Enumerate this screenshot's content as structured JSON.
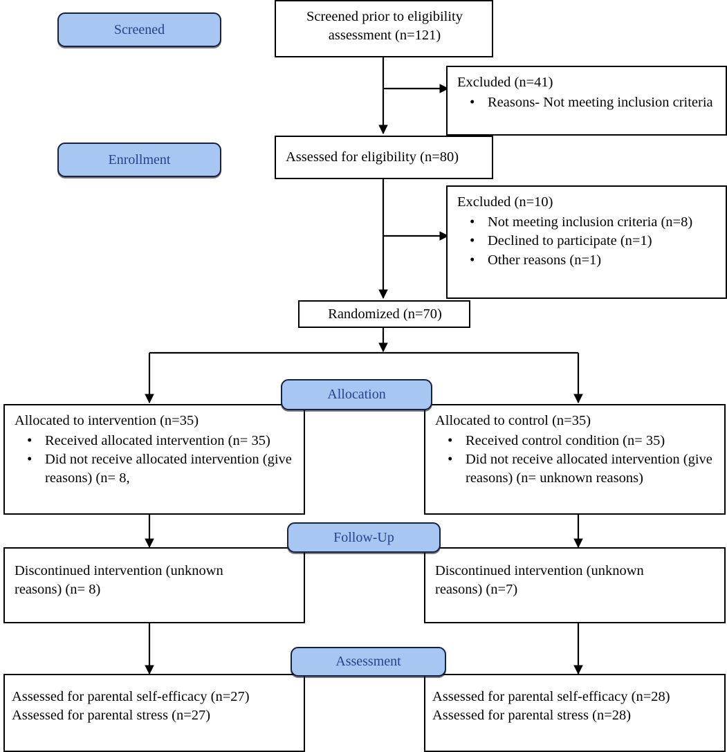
{
  "diagram": {
    "title": "CONSORT participant flow diagram",
    "colors": {
      "badge_fill": "#a8c6f2",
      "badge_border": "#16213e",
      "badge_text": "#27408f",
      "box_border": "#000000",
      "box_fill": "#ffffff",
      "arrow": "#000000"
    }
  },
  "stage_badges": [
    {
      "key": "screened",
      "label": "Screened"
    },
    {
      "key": "enrollment",
      "label": "Enrollment"
    },
    {
      "key": "allocation",
      "label": "Allocation"
    },
    {
      "key": "followup",
      "label": "Follow-Up"
    },
    {
      "key": "assessment",
      "label": "Assessment"
    }
  ],
  "boxes": {
    "screened": {
      "line1": "Screened prior to eligibility",
      "line2": "assessment (n=121)"
    },
    "excluded_1": {
      "heading": "Excluded  (n=41)",
      "bullets": [
        "Reasons- Not meeting inclusion criteria"
      ]
    },
    "eligibility": {
      "text": "Assessed for eligibility (n=80)"
    },
    "excluded_2": {
      "heading": "Excluded  (n=10)",
      "bullets": [
        "Not meeting inclusion criteria (n=8)",
        "Declined to participate (n=1)",
        "Other reasons (n=1)"
      ]
    },
    "randomized": {
      "text": "Randomized (n=70)"
    },
    "alloc_intervention": {
      "heading": "Allocated to intervention (n=35)",
      "bullets": [
        "Received allocated intervention (n= 35)",
        "Did not receive allocated intervention (give reasons) (n= 8,"
      ]
    },
    "alloc_control": {
      "heading": "Allocated to control (n=35)",
      "bullets": [
        "Received control condition (n= 35)",
        "Did not receive allocated intervention (give reasons) (n= unknown reasons)"
      ]
    },
    "followup_intervention": {
      "line1": "Discontinued intervention (unknown",
      "line2": "reasons) (n= 8)"
    },
    "followup_control": {
      "line1": "Discontinued intervention (unknown",
      "line2": "reasons) (n=7)"
    },
    "assessment_intervention": {
      "line1": "Assessed for parental self-efficacy (n=27)",
      "line2": "Assessed for parental stress (n=27)"
    },
    "assessment_control": {
      "line1": "Assessed for parental self-efficacy (n=28)",
      "line2": "Assessed for parental stress (n=28)"
    }
  },
  "chart_data": {
    "type": "diagram",
    "title": "CONSORT flow of participants",
    "nodes": [
      {
        "id": "screened",
        "label": "Screened prior to eligibility assessment (n=121)",
        "n": 121
      },
      {
        "id": "excluded_1",
        "label": "Excluded (n=41)",
        "n": 41
      },
      {
        "id": "eligibility",
        "label": "Assessed for eligibility (n=80)",
        "n": 80
      },
      {
        "id": "excluded_2",
        "label": "Excluded (n=10)",
        "n": 10
      },
      {
        "id": "randomized",
        "label": "Randomized (n=70)",
        "n": 70
      },
      {
        "id": "alloc_intervention",
        "label": "Allocated to intervention (n=35)",
        "n": 35
      },
      {
        "id": "alloc_control",
        "label": "Allocated to control (n=35)",
        "n": 35
      },
      {
        "id": "followup_intervention",
        "label": "Discontinued intervention (unknown reasons) (n=8)",
        "n": 8
      },
      {
        "id": "followup_control",
        "label": "Discontinued intervention (unknown reasons) (n=7)",
        "n": 7
      },
      {
        "id": "assessment_intervention",
        "label": "Assessed for parental self-efficacy (n=27); Assessed for parental stress (n=27)",
        "n": 27
      },
      {
        "id": "assessment_control",
        "label": "Assessed for parental self-efficacy (n=28); Assessed for parental stress (n=28)",
        "n": 28
      }
    ],
    "edges": [
      {
        "from": "screened",
        "to": "excluded_1"
      },
      {
        "from": "screened",
        "to": "eligibility"
      },
      {
        "from": "eligibility",
        "to": "excluded_2"
      },
      {
        "from": "eligibility",
        "to": "randomized"
      },
      {
        "from": "randomized",
        "to": "alloc_intervention"
      },
      {
        "from": "randomized",
        "to": "alloc_control"
      },
      {
        "from": "alloc_intervention",
        "to": "followup_intervention"
      },
      {
        "from": "alloc_control",
        "to": "followup_control"
      },
      {
        "from": "followup_intervention",
        "to": "assessment_intervention"
      },
      {
        "from": "followup_control",
        "to": "assessment_control"
      }
    ],
    "stages": [
      "Screened",
      "Enrollment",
      "Allocation",
      "Follow-Up",
      "Assessment"
    ]
  }
}
